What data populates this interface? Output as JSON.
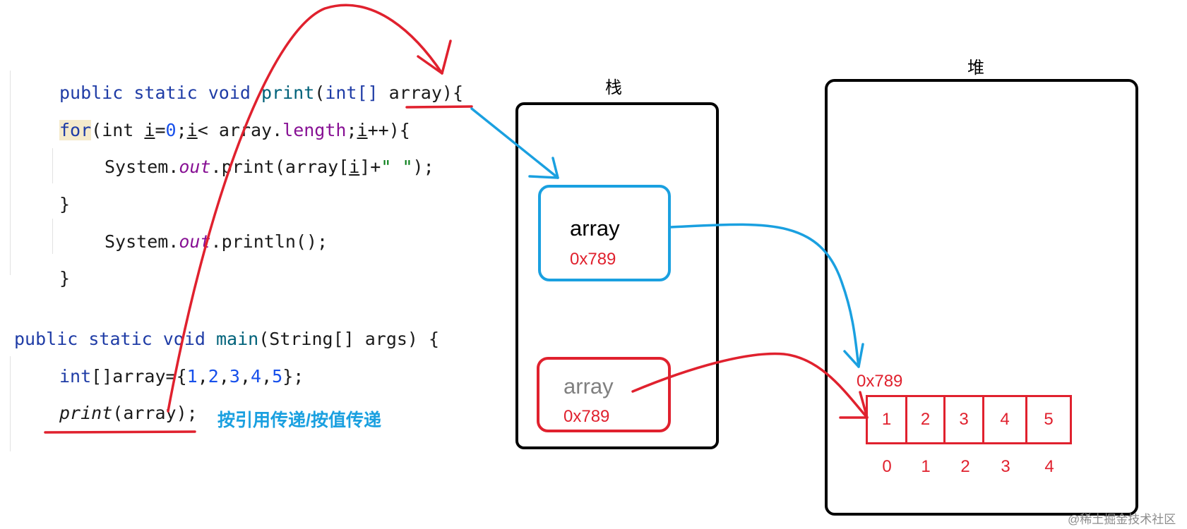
{
  "code": {
    "print_sig": {
      "kw": "public static void",
      "fn": "print",
      "open": "(",
      "type": "int[]",
      "param": "array",
      "close": "){"
    },
    "for_line": {
      "kw": "for",
      "p1": "(int ",
      "i1": "i",
      "p2": "=",
      "zero": "0",
      "p3": ";",
      "i2": "i",
      "p4": "< array.",
      "length": "length",
      "p5": ";",
      "i3": "i",
      "p6": "++){"
    },
    "print_line": {
      "p1": "System.",
      "out": "out",
      "p2": ".print(array[",
      "i": "i",
      "p3": "]+",
      "str": "\" \"",
      "p4": ");"
    },
    "close1": "}",
    "println_line": {
      "p1": "System.",
      "out": "out",
      "p2": ".println();"
    },
    "close2": "}",
    "main_sig": {
      "kw": "public static void",
      "fn": "main",
      "rest": "(String[] args) {"
    },
    "array_decl": {
      "type": "int",
      "rest": "[]array={",
      "n1": "1",
      "c1": ",",
      "n2": "2",
      "c2": ",",
      "n3": "3",
      "c3": ",",
      "n4": "4",
      "c4": ",",
      "n5": "5",
      "end": "};"
    },
    "call_line": {
      "fn": "print",
      "rest": "(array);"
    }
  },
  "annotation": "按引用传递/按值传递",
  "stack": {
    "title": "栈",
    "frame_print": {
      "var": "array",
      "addr": "0x789"
    },
    "frame_main": {
      "var": "array",
      "addr": "0x789"
    }
  },
  "heap": {
    "title": "堆",
    "address": "0x789",
    "values": [
      "1",
      "2",
      "3",
      "4",
      "5"
    ],
    "indices": [
      "0",
      "1",
      "2",
      "3",
      "4"
    ]
  },
  "watermark": "@稀土掘金技术社区",
  "colors": {
    "red": "#e0212e",
    "blue": "#1aa0e0",
    "black": "#000000"
  }
}
